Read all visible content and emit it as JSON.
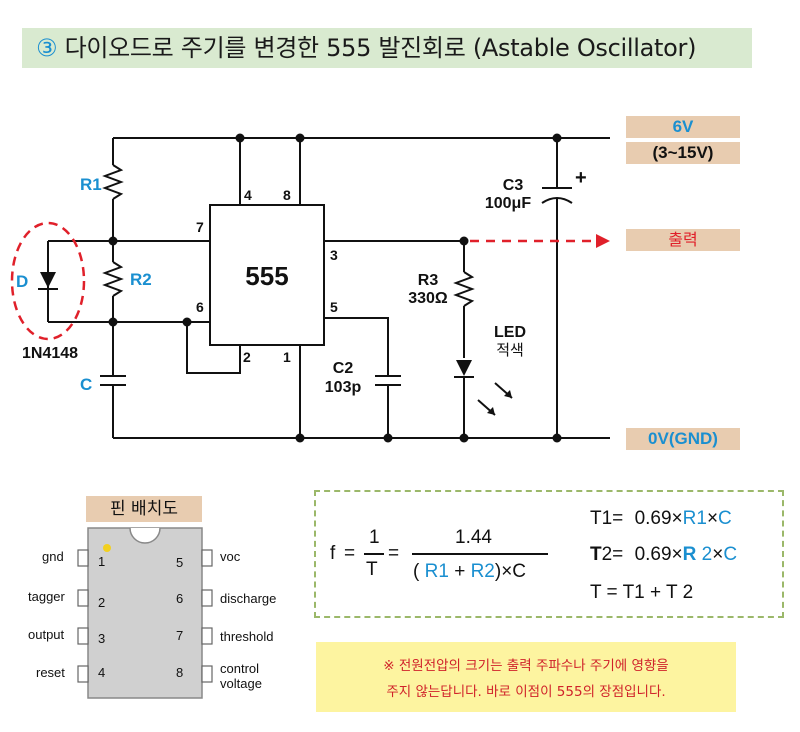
{
  "title": {
    "circled_number": "③",
    "text": "다이오드로 주기를 변경한 555 발진회로 (Astable Oscillator)"
  },
  "rails": {
    "vcc_value": "6V",
    "vcc_range": "(3~15V)",
    "output_label": "출력",
    "ground_label": "0V(GND)"
  },
  "ic": {
    "name": "555",
    "pins": [
      "4",
      "8",
      "7",
      "3",
      "6",
      "5",
      "2",
      "1"
    ]
  },
  "components": {
    "r1": "R1",
    "r2": "R2",
    "c": "C",
    "d": "D",
    "diode_part": "1N4148",
    "c3_name": "C3",
    "c3_value": "100μF",
    "c3_polarity": "+",
    "r3_name": "R3",
    "r3_value": "330Ω",
    "c2_name": "C2",
    "c2_value": "103p",
    "led_name": "LED",
    "led_color": "적색"
  },
  "pinout": {
    "title": "핀 배치도",
    "left": [
      {
        "num": "1",
        "label": "gnd"
      },
      {
        "num": "2",
        "label": "tagger"
      },
      {
        "num": "3",
        "label": "output"
      },
      {
        "num": "4",
        "label": "reset"
      }
    ],
    "right": [
      {
        "num": "5",
        "label": "voc"
      },
      {
        "num": "6",
        "label": "discharge"
      },
      {
        "num": "7",
        "label": "threshold"
      },
      {
        "num": "8",
        "label": "control",
        "label2": "voltage"
      }
    ]
  },
  "formula": {
    "f": "f",
    "eq": "=",
    "one": "1",
    "t": "T",
    "eq2": "=",
    "num": "1.44",
    "den_open": "(",
    "den_r1": "R1",
    "den_plus": "+",
    "den_r2": "R2",
    "den_close": ")×C",
    "t1_lhs": "T1=",
    "t1_rhs_a": "0.69×",
    "t1_r": "R1",
    "t1_x": "×",
    "t1_c": "C",
    "t2_lhs_a": "T",
    "t2_lhs_b": "2=",
    "t2_rhs_a": "0.69×",
    "t2_r": "R",
    "t2_r2": "2",
    "t2_x": "×",
    "t2_c": "C",
    "t_line": "T = T1 + T 2"
  },
  "note": {
    "line1": "※ 전원전압의 크기는 출력 주파수나 주기에 영향을",
    "line2": "주지 않는답니다. 바로 이점이 555의 장점입니다."
  },
  "colors": {
    "accent_blue": "#1a8fd0",
    "accent_red": "#e0202a",
    "label_bg": "#e8ccb0",
    "title_bg": "#d9ead0",
    "note_bg": "#fdf4a0"
  }
}
